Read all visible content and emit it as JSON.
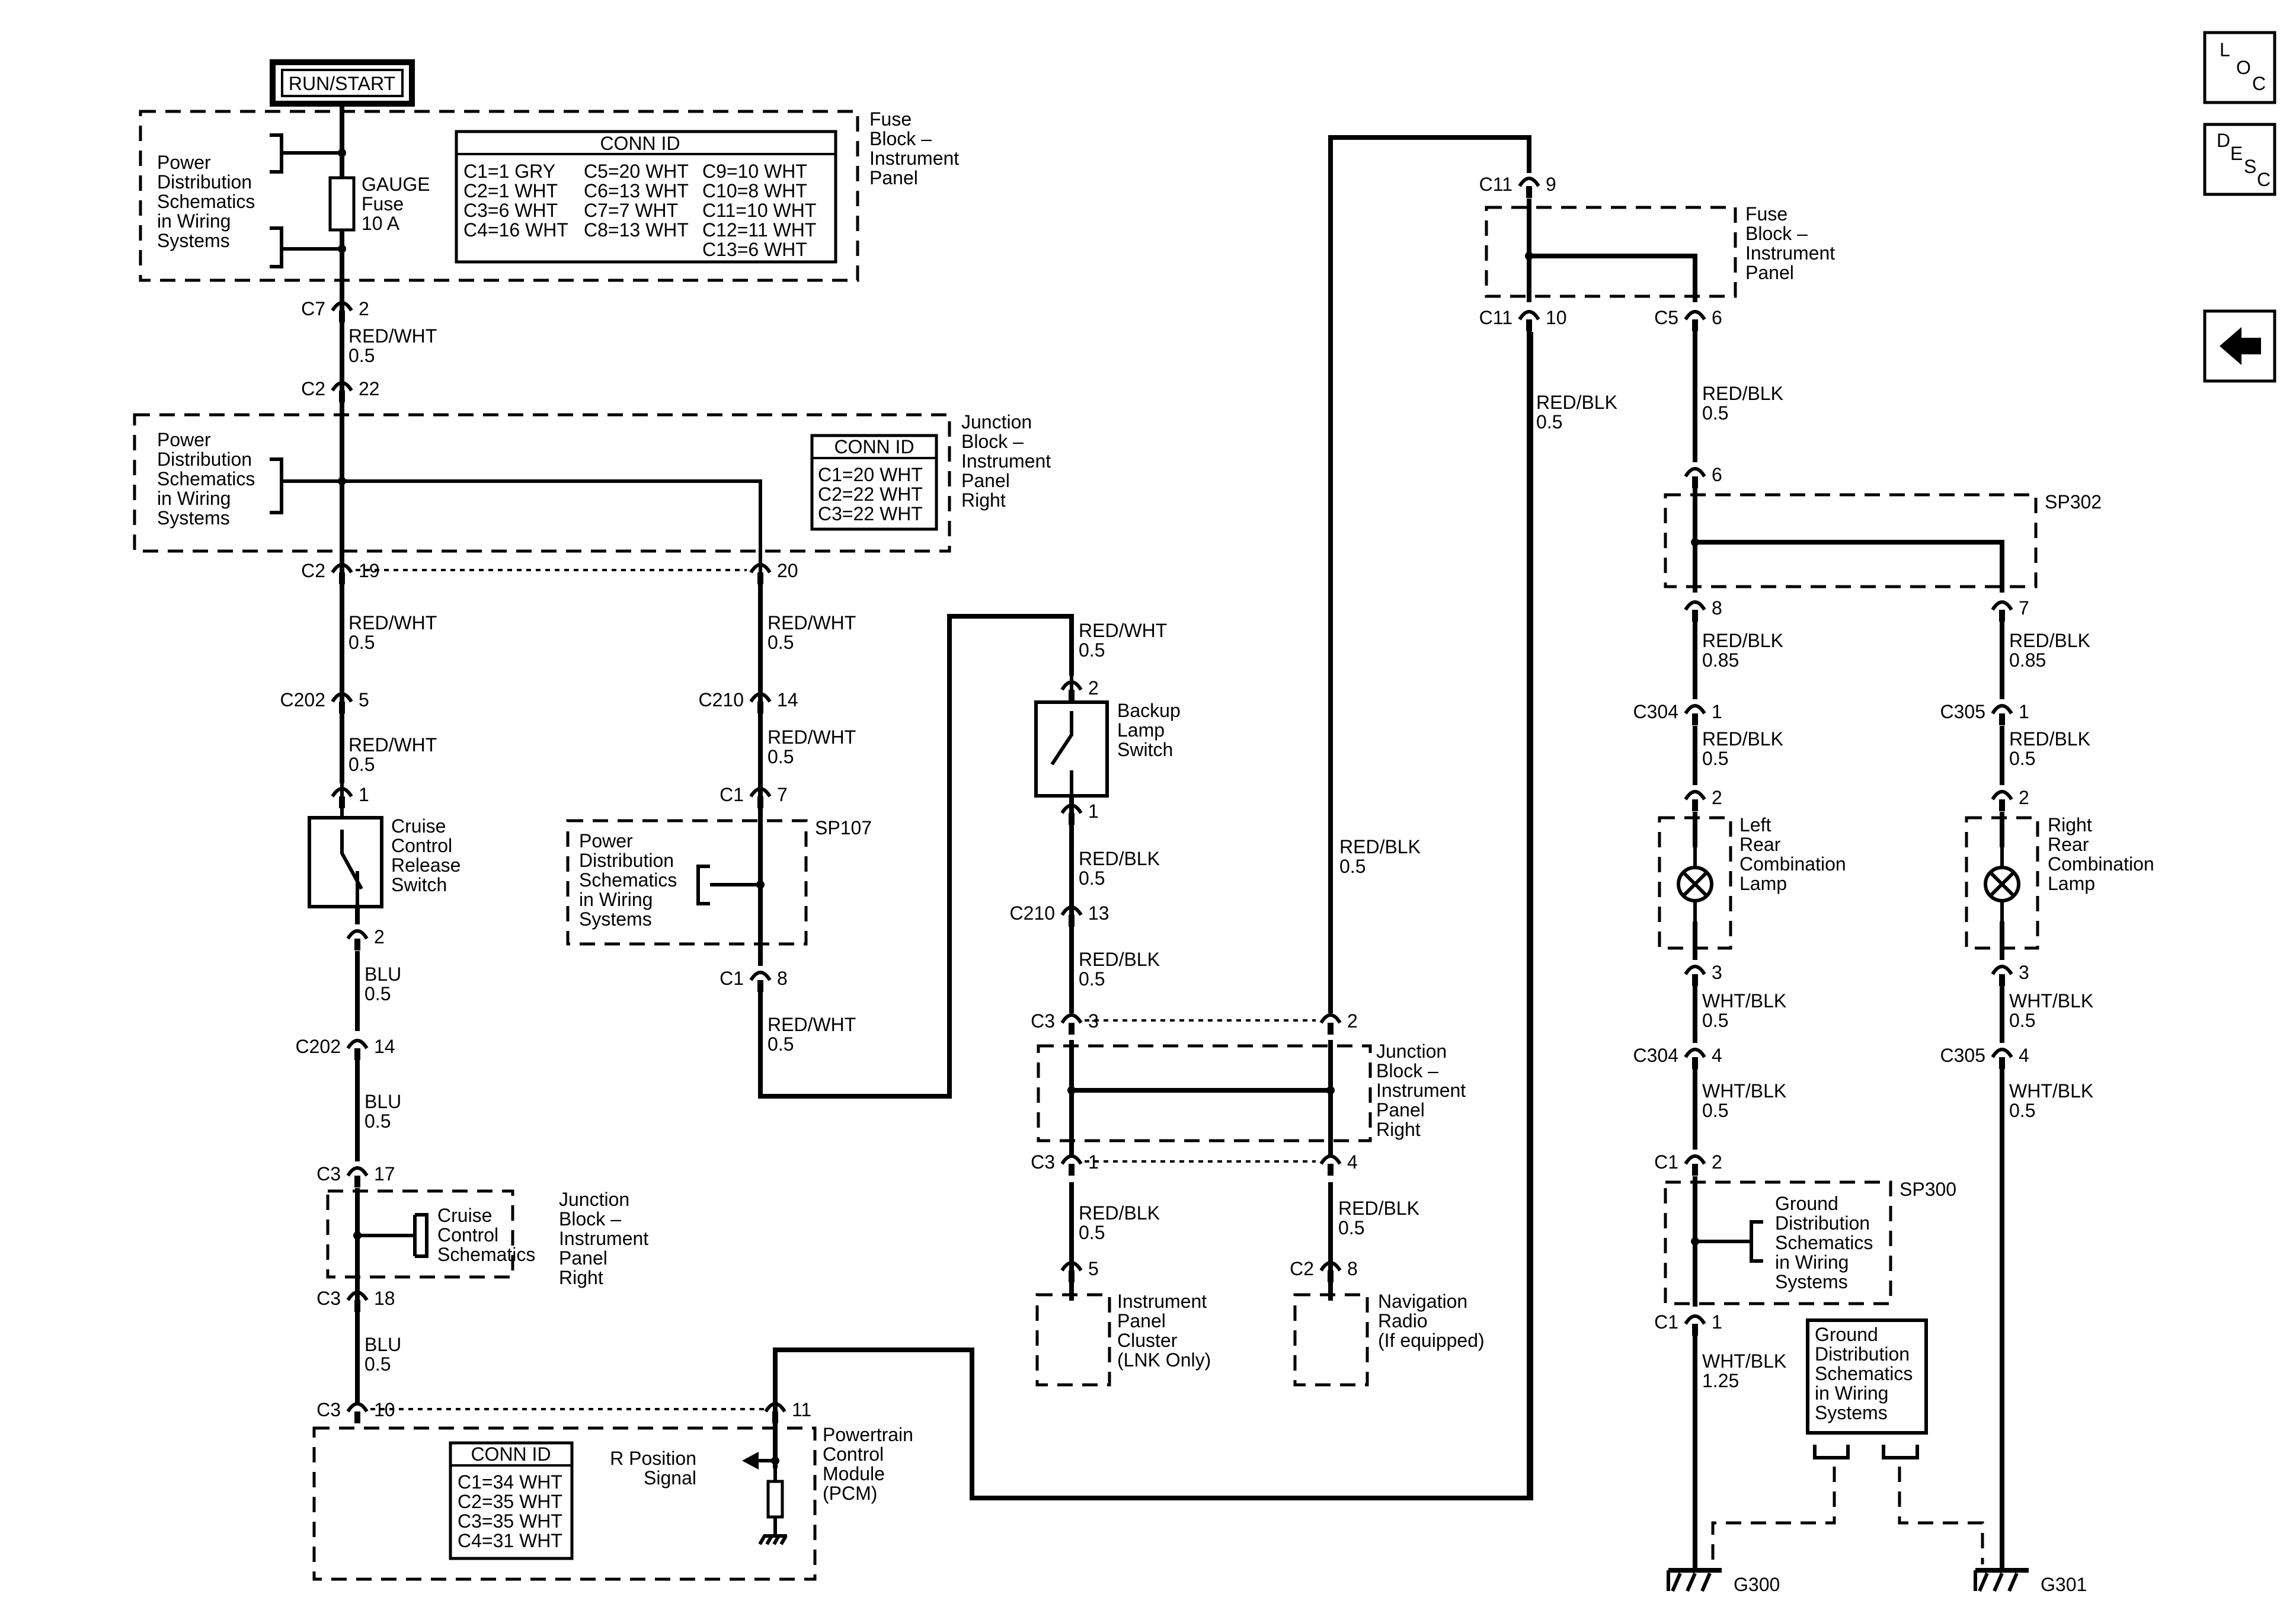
{
  "nav": {
    "loc_icon": "LOC",
    "desc_icon": "DESC",
    "back_icon": "left-arrow"
  },
  "run_start": "RUN/START",
  "fuse_block_top": {
    "label": [
      "Fuse",
      "Block –",
      "Instrument",
      "Panel"
    ],
    "pd_note": [
      "Power",
      "Distribution",
      "Schematics",
      "in Wiring",
      "Systems"
    ],
    "fuse": [
      "GAUGE",
      "Fuse",
      "10 A"
    ],
    "conn_id": {
      "title": "CONN ID",
      "col1": [
        "C1=1 GRY",
        "C2=1 WHT",
        "C3=6 WHT",
        "C4=16 WHT"
      ],
      "col2": [
        "C5=20 WHT",
        "C6=13 WHT",
        "C7=7 WHT",
        "C8=13 WHT"
      ],
      "col3": [
        "C9=10 WHT",
        "C10=8 WHT",
        "C11=10 WHT",
        "C12=11 WHT",
        "C13=6 WHT"
      ]
    }
  },
  "junction_top": {
    "label": [
      "Junction",
      "Block –",
      "Instrument",
      "Panel",
      "Right"
    ],
    "pd_note": [
      "Power",
      "Distribution",
      "Schematics",
      "in Wiring",
      "Systems"
    ],
    "conn_id": {
      "title": "CONN ID",
      "rows": [
        "C1=20 WHT",
        "C2=22 WHT",
        "C3=22 WHT"
      ]
    }
  },
  "sp107": {
    "label": "SP107",
    "pd_note": [
      "Power",
      "Distribution",
      "Schematics",
      "in Wiring",
      "Systems"
    ]
  },
  "cruise_switch": [
    "Cruise",
    "Control",
    "Release",
    "Switch"
  ],
  "cruise_junction": {
    "note": [
      "Cruise",
      "Control",
      "Schematics"
    ],
    "label": [
      "Junction",
      "Block –",
      "Instrument",
      "Panel",
      "Right"
    ]
  },
  "pcm": {
    "label": [
      "Powertrain",
      "Control",
      "Module",
      "(PCM)"
    ],
    "signal": [
      "R Position",
      "Signal"
    ],
    "conn_id": {
      "title": "CONN ID",
      "rows": [
        "C1=34 WHT",
        "C2=35 WHT",
        "C3=35 WHT",
        "C4=31 WHT"
      ]
    }
  },
  "backup_switch": [
    "Backup",
    "Lamp",
    "Switch"
  ],
  "junction_mid": [
    "Junction",
    "Block –",
    "Instrument",
    "Panel",
    "Right"
  ],
  "ipc": [
    "Instrument",
    "Panel",
    "Cluster",
    "(LNK Only)"
  ],
  "nav_radio": [
    "Navigation",
    "Radio",
    "(If equipped)"
  ],
  "fuse_block_right": [
    "Fuse",
    "Block –",
    "Instrument",
    "Panel"
  ],
  "sp302": "SP302",
  "sp300": "SP300",
  "left_lamp": [
    "Left",
    "Rear",
    "Combination",
    "Lamp"
  ],
  "right_lamp": [
    "Right",
    "Rear",
    "Combination",
    "Lamp"
  ],
  "ground_sp300": [
    "Ground",
    "Distribution",
    "Schematics",
    "in Wiring",
    "Systems"
  ],
  "ground_box": [
    "Ground",
    "Distribution",
    "Schematics",
    "in Wiring",
    "Systems"
  ],
  "grounds": [
    "G300",
    "G301"
  ],
  "connectors": [
    {
      "id": "c7-2",
      "name": "C7",
      "pin": "2"
    },
    {
      "id": "c2-22",
      "name": "C2",
      "pin": "22"
    },
    {
      "id": "c2-19",
      "name": "C2",
      "pin": "19"
    },
    {
      "id": "c2-20",
      "name": "",
      "pin": "20"
    },
    {
      "id": "c202-5",
      "name": "C202",
      "pin": "5"
    },
    {
      "id": "cr-1",
      "name": "",
      "pin": "1"
    },
    {
      "id": "cr-2",
      "name": "",
      "pin": "2"
    },
    {
      "id": "c202-14",
      "name": "C202",
      "pin": "14"
    },
    {
      "id": "c3-17",
      "name": "C3",
      "pin": "17"
    },
    {
      "id": "c3-18",
      "name": "C3",
      "pin": "18"
    },
    {
      "id": "c3-10",
      "name": "C3",
      "pin": "10"
    },
    {
      "id": "pcm-11",
      "name": "",
      "pin": "11"
    },
    {
      "id": "c210-14",
      "name": "C210",
      "pin": "14"
    },
    {
      "id": "c1-7",
      "name": "C1",
      "pin": "7"
    },
    {
      "id": "c1-8",
      "name": "C1",
      "pin": "8"
    },
    {
      "id": "bk-2",
      "name": "",
      "pin": "2"
    },
    {
      "id": "bk-1",
      "name": "",
      "pin": "1"
    },
    {
      "id": "c210-13",
      "name": "C210",
      "pin": "13"
    },
    {
      "id": "c3-3",
      "name": "C3",
      "pin": "3"
    },
    {
      "id": "jm-2",
      "name": "",
      "pin": "2"
    },
    {
      "id": "c3-1",
      "name": "C3",
      "pin": "1"
    },
    {
      "id": "jm-4",
      "name": "",
      "pin": "4"
    },
    {
      "id": "ipc-5",
      "name": "",
      "pin": "5"
    },
    {
      "id": "c2-8",
      "name": "C2",
      "pin": "8"
    },
    {
      "id": "c11-9",
      "name": "C11",
      "pin": "9"
    },
    {
      "id": "c11-10",
      "name": "C11",
      "pin": "10"
    },
    {
      "id": "c5-6",
      "name": "C5",
      "pin": "6"
    },
    {
      "id": "sp-6",
      "name": "",
      "pin": "6"
    },
    {
      "id": "sp-8",
      "name": "",
      "pin": "8"
    },
    {
      "id": "sp-7",
      "name": "",
      "pin": "7"
    },
    {
      "id": "c304-1",
      "name": "C304",
      "pin": "1"
    },
    {
      "id": "c305-1",
      "name": "C305",
      "pin": "1"
    },
    {
      "id": "ll-2",
      "name": "",
      "pin": "2"
    },
    {
      "id": "rl-2",
      "name": "",
      "pin": "2"
    },
    {
      "id": "ll-3",
      "name": "",
      "pin": "3"
    },
    {
      "id": "rl-3",
      "name": "",
      "pin": "3"
    },
    {
      "id": "c304-4",
      "name": "C304",
      "pin": "4"
    },
    {
      "id": "c305-4",
      "name": "C305",
      "pin": "4"
    },
    {
      "id": "c1-2",
      "name": "C1",
      "pin": "2"
    },
    {
      "id": "c1-1",
      "name": "C1",
      "pin": "1"
    }
  ],
  "wires": [
    {
      "id": "w1",
      "color": "RED/WHT",
      "size": "0.5"
    },
    {
      "id": "w2",
      "color": "RED/WHT",
      "size": "0.5"
    },
    {
      "id": "w3",
      "color": "RED/WHT",
      "size": "0.5"
    },
    {
      "id": "w4",
      "color": "BLU",
      "size": "0.5"
    },
    {
      "id": "w5",
      "color": "BLU",
      "size": "0.5"
    },
    {
      "id": "w6",
      "color": "BLU",
      "size": "0.5"
    },
    {
      "id": "w7",
      "color": "RED/WHT",
      "size": "0.5"
    },
    {
      "id": "w8",
      "color": "RED/WHT",
      "size": "0.5"
    },
    {
      "id": "w9",
      "color": "RED/WHT",
      "size": "0.5"
    },
    {
      "id": "w10",
      "color": "RED/WHT",
      "size": "0.5"
    },
    {
      "id": "w11",
      "color": "RED/BLK",
      "size": "0.5"
    },
    {
      "id": "w12",
      "color": "RED/BLK",
      "size": "0.5"
    },
    {
      "id": "w13",
      "color": "RED/BLK",
      "size": "0.5"
    },
    {
      "id": "w14",
      "color": "RED/BLK",
      "size": "0.5"
    },
    {
      "id": "w15",
      "color": "RED/BLK",
      "size": "0.5"
    },
    {
      "id": "w16",
      "color": "RED/BLK",
      "size": "0.5"
    },
    {
      "id": "w17",
      "color": "RED/BLK",
      "size": "0.5"
    },
    {
      "id": "w18",
      "color": "RED/BLK",
      "size": "0.85"
    },
    {
      "id": "w19",
      "color": "RED/BLK",
      "size": "0.85"
    },
    {
      "id": "w20",
      "color": "RED/BLK",
      "size": "0.5"
    },
    {
      "id": "w21",
      "color": "RED/BLK",
      "size": "0.5"
    },
    {
      "id": "w22",
      "color": "WHT/BLK",
      "size": "0.5"
    },
    {
      "id": "w23",
      "color": "WHT/BLK",
      "size": "0.5"
    },
    {
      "id": "w24",
      "color": "WHT/BLK",
      "size": "0.5"
    },
    {
      "id": "w25",
      "color": "WHT/BLK",
      "size": "0.5"
    },
    {
      "id": "w26",
      "color": "WHT/BLK",
      "size": "1.25"
    }
  ]
}
